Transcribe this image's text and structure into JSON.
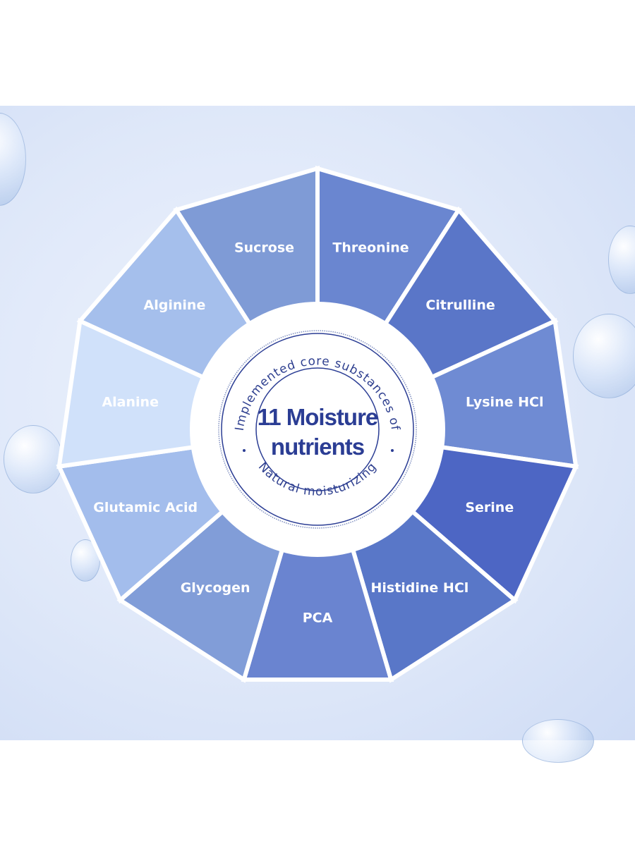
{
  "center": {
    "title_line1": "11 Moisture",
    "title_line2": "nutrients",
    "arc_top": "Implemented core substances of",
    "arc_bottom": "Natural moisturizing"
  },
  "segments": [
    {
      "label": "Threonine",
      "color": "#6a86d0"
    },
    {
      "label": "Citrulline",
      "color": "#5a76c8"
    },
    {
      "label": "Lysine HCl",
      "color": "#6f8bd3"
    },
    {
      "label": "Serine",
      "color": "#4d66c4"
    },
    {
      "label": "Histidine HCl",
      "color": "#5977c8"
    },
    {
      "label": "PCA",
      "color": "#6a84d0"
    },
    {
      "label": "Glycogen",
      "color": "#819dd8"
    },
    {
      "label": "Glutamic Acid",
      "color": "#a3bdec"
    },
    {
      "label": "Alanine",
      "color": "#d0e1fa"
    },
    {
      "label": "Alginine",
      "color": "#a5bfec"
    },
    {
      "label": "Sucrose",
      "color": "#7f9bd6"
    }
  ]
}
